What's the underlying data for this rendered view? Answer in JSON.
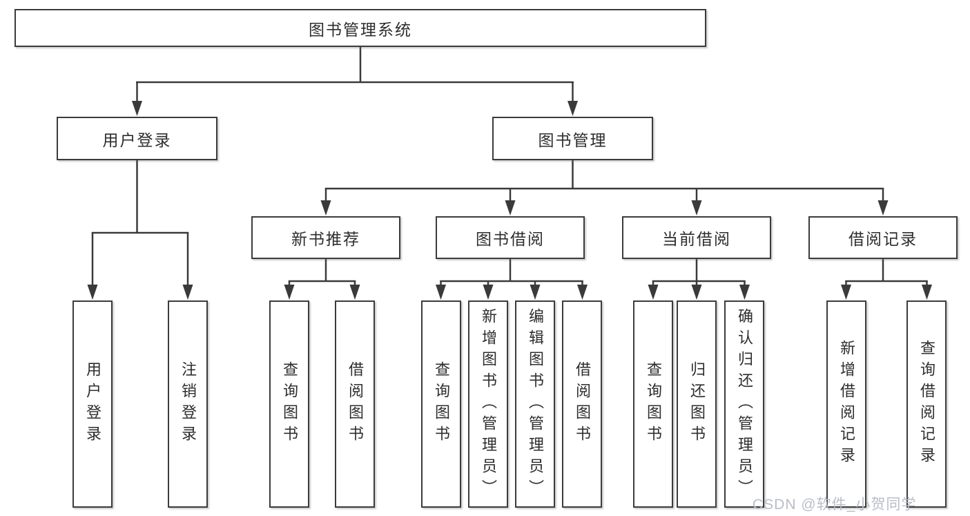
{
  "tree": {
    "root": "图书管理系统",
    "user_login": {
      "label": "用户登录",
      "children": [
        "用户登录",
        "注销登录"
      ]
    },
    "book_management": {
      "label": "图书管理",
      "sections": {
        "new_books": {
          "label": "新书推荐",
          "children": [
            "查询图书",
            "借阅图书"
          ]
        },
        "borrowing": {
          "label": "图书借阅",
          "children": [
            "查询图书",
            "新增图书（管理员）",
            "编辑图书（管理员）",
            "借阅图书"
          ]
        },
        "current": {
          "label": "当前借阅",
          "children": [
            "查询图书",
            "归还图书",
            "确认归还（管理员）"
          ]
        },
        "records": {
          "label": "借阅记录",
          "children": [
            "新增借阅记录",
            "查询借阅记录"
          ]
        }
      }
    }
  },
  "watermark": "CSDN @软件_小贺同学",
  "colors": {
    "line": "#3a3a3a",
    "box_border": "#3b3b3b",
    "text": "#2d2d2d",
    "watermark": "#b9bdc6",
    "background": "#ffffff"
  }
}
